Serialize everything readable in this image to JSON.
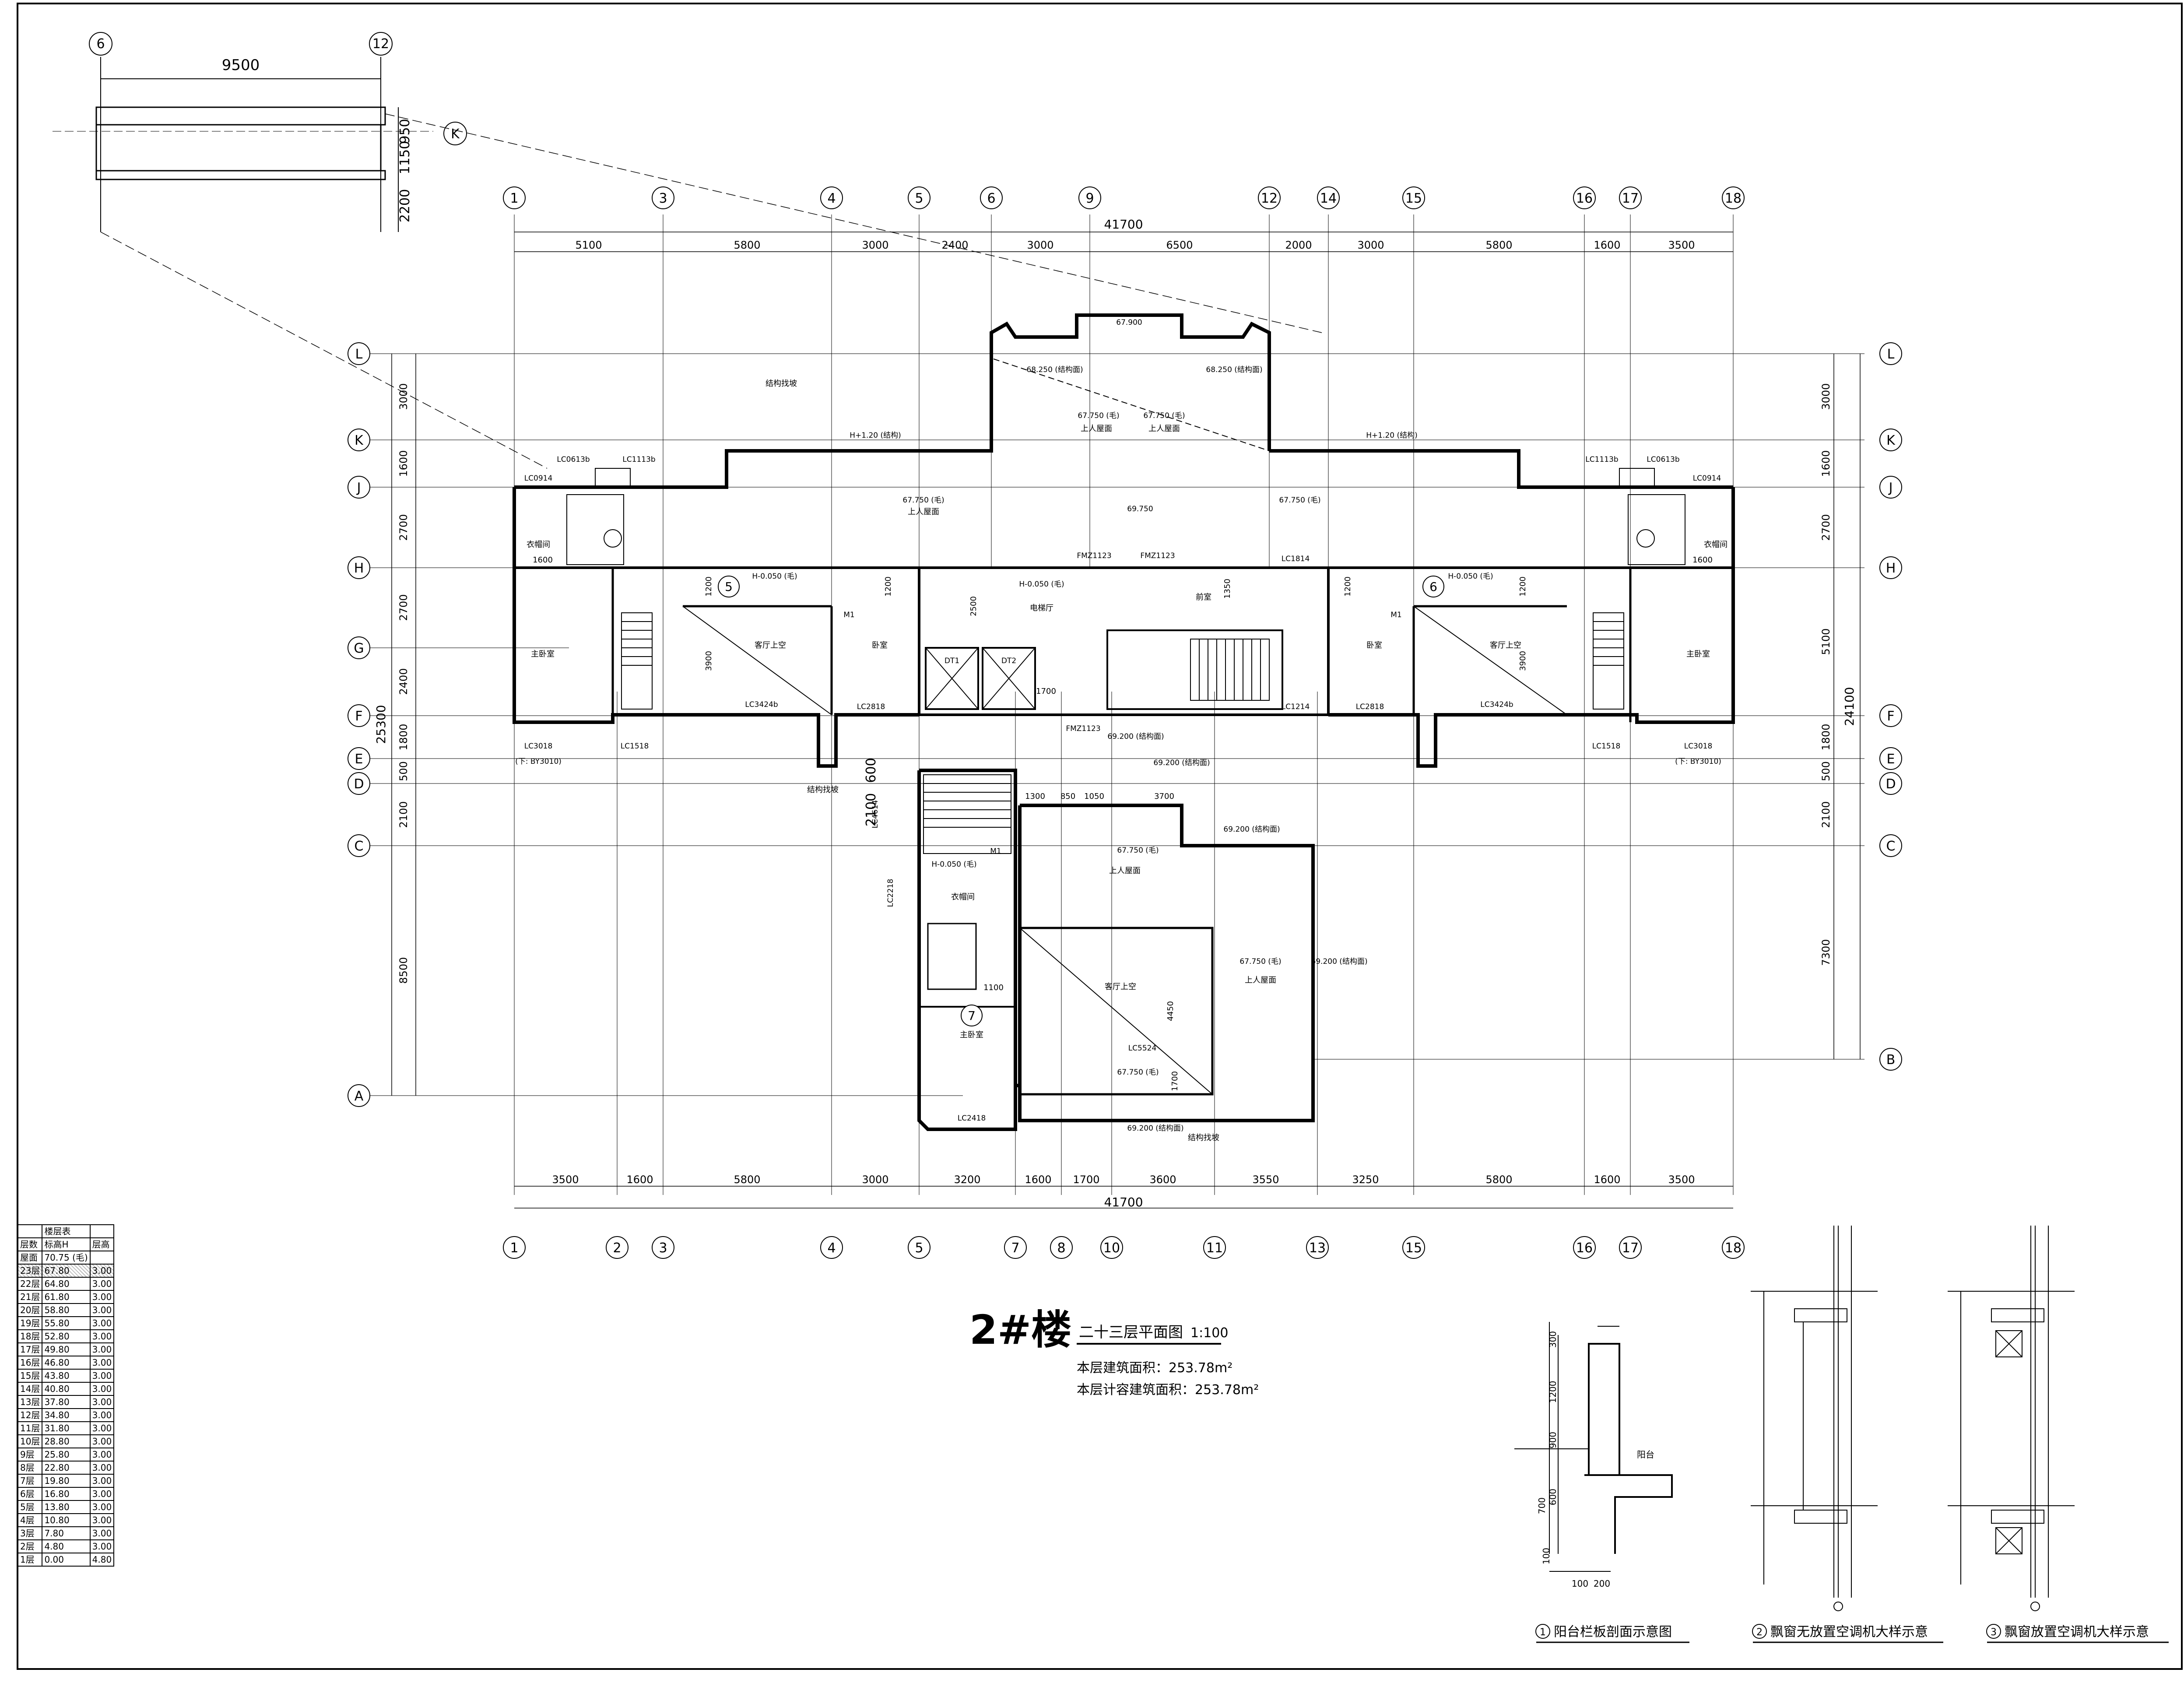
{
  "title": "2#楼",
  "plan_name": "二十三层平面图",
  "scale": "1:100",
  "area_text": "本层建筑面积：253.78m²",
  "counted_area_text": "本层计容建筑面积：253.78m²",
  "top_axes": [
    {
      "label": "1"
    },
    {
      "label": "3"
    },
    {
      "label": "4"
    },
    {
      "label": "5"
    },
    {
      "label": "6"
    },
    {
      "label": "9"
    },
    {
      "label": "12"
    },
    {
      "label": "14"
    },
    {
      "label": "15"
    },
    {
      "label": "16"
    },
    {
      "label": "17"
    },
    {
      "label": "18"
    }
  ],
  "top_dims": [
    "5100",
    "5800",
    "3000",
    "2400",
    "3000",
    "6500",
    "2000",
    "3000",
    "5800",
    "1600",
    "3500"
  ],
  "top_total": "41700",
  "bottom_axes": [
    {
      "label": "1"
    },
    {
      "label": "2"
    },
    {
      "label": "3"
    },
    {
      "label": "4"
    },
    {
      "label": "5"
    },
    {
      "label": "7"
    },
    {
      "label": "8"
    },
    {
      "label": "10"
    },
    {
      "label": "11"
    },
    {
      "label": "13"
    },
    {
      "label": "15"
    },
    {
      "label": "16"
    },
    {
      "label": "17"
    },
    {
      "label": "18"
    }
  ],
  "bottom_dims": [
    "3500",
    "1600",
    "5800",
    "3000",
    "3200",
    "1600",
    "1700",
    "3600",
    "3550",
    "3250",
    "5800",
    "1600",
    "3500"
  ],
  "bottom_total": "41700",
  "left_axes": [
    "L",
    "K",
    "J",
    "H",
    "G",
    "F",
    "E",
    "D",
    "C",
    "A"
  ],
  "left_dims": [
    "3000",
    "1600",
    "2700",
    "2700",
    "2400",
    "1800",
    "500",
    "2100",
    "8500"
  ],
  "left_total": "25300",
  "right_axes": [
    "L",
    "K",
    "J",
    "H",
    "F",
    "E",
    "D",
    "C",
    "B"
  ],
  "right_dims": [
    "3000",
    "1600",
    "2700",
    "5100",
    "1800",
    "500",
    "2100",
    "7300"
  ],
  "right_total": "24100",
  "inset": {
    "axis_left": "6",
    "axis_right": "12",
    "width": "9500",
    "axis_row": "K",
    "dims": [
      "950",
      "1150",
      "2200"
    ]
  },
  "rooms": [
    {
      "text": "主卧室"
    },
    {
      "text": "客厅上空"
    },
    {
      "text": "卧室"
    },
    {
      "text": "电梯厅"
    },
    {
      "text": "衣帽间"
    },
    {
      "text": "前室"
    },
    {
      "text": "客厅上空"
    },
    {
      "text": "卧室"
    },
    {
      "text": "主卧室"
    },
    {
      "text": "衣帽间"
    },
    {
      "text": "衣帽间"
    },
    {
      "text": "客厅上空"
    },
    {
      "text": "主卧室"
    },
    {
      "text": "上人屋面"
    },
    {
      "text": "上人屋面"
    },
    {
      "text": "上人屋面"
    },
    {
      "text": "上人屋面"
    },
    {
      "text": "上人屋面"
    },
    {
      "text": "结构找坡"
    },
    {
      "text": "结构找坡"
    },
    {
      "text": "结构找坡"
    }
  ],
  "elevations": [
    {
      "text": "67.900"
    },
    {
      "text": "68.250 (结构面)"
    },
    {
      "text": "68.250 (结构面)"
    },
    {
      "text": "67.750 (毛)"
    },
    {
      "text": "67.750 (毛)"
    },
    {
      "text": "67.750 (毛)"
    },
    {
      "text": "67.750 (毛)"
    },
    {
      "text": "69.750"
    },
    {
      "text": "H+1.20 (结构)"
    },
    {
      "text": "H+1.20 (结构)"
    },
    {
      "text": "H-0.050 (毛)"
    },
    {
      "text": "H-0.050 (毛)"
    },
    {
      "text": "H-0.050 (毛)"
    },
    {
      "text": "H-0.050 (毛)"
    },
    {
      "text": "69.200 (结构面)"
    },
    {
      "text": "69.200 (结构面)"
    },
    {
      "text": "69.200 (结构面)"
    },
    {
      "text": "69.200 (结构面)"
    },
    {
      "text": "69.200 (结构面)"
    },
    {
      "text": "67.750 (毛)"
    },
    {
      "text": "67.750 (毛)"
    },
    {
      "text": "67.750 (毛)"
    }
  ],
  "tags": [
    {
      "text": "LC0914"
    },
    {
      "text": "LC0613b"
    },
    {
      "text": "LC1113b"
    },
    {
      "text": "LC1113b"
    },
    {
      "text": "LC0613b"
    },
    {
      "text": "LC0914"
    },
    {
      "text": "LC3424b"
    },
    {
      "text": "LC3424b"
    },
    {
      "text": "LC2818"
    },
    {
      "text": "LC2818"
    },
    {
      "text": "LC3018"
    },
    {
      "text": "LC3018"
    },
    {
      "text": "LC1518"
    },
    {
      "text": "LC1518"
    },
    {
      "text": "LC1814"
    },
    {
      "text": "LC1214"
    },
    {
      "text": "LC5524"
    },
    {
      "text": "LC2418"
    },
    {
      "text": "LC4614"
    },
    {
      "text": "LC2218"
    },
    {
      "text": "FMZ1123"
    },
    {
      "text": "FMZ1123"
    },
    {
      "text": "FMZ1123"
    },
    {
      "text": "DT1"
    },
    {
      "text": "DT2"
    },
    {
      "text": "M1"
    },
    {
      "text": "M1"
    },
    {
      "text": "M1"
    },
    {
      "text": "(下: BY3010)"
    },
    {
      "text": "(下: BY3010)"
    }
  ],
  "small_dims": [
    {
      "text": "1600"
    },
    {
      "text": "1600"
    },
    {
      "text": "1200"
    },
    {
      "text": "1200"
    },
    {
      "text": "1200"
    },
    {
      "text": "1200"
    },
    {
      "text": "3900"
    },
    {
      "text": "3900"
    },
    {
      "text": "2500"
    },
    {
      "text": "1350"
    },
    {
      "text": "1700"
    },
    {
      "text": "1300"
    },
    {
      "text": "850"
    },
    {
      "text": "1050"
    },
    {
      "text": "3700"
    },
    {
      "text": "2100"
    },
    {
      "text": "600"
    },
    {
      "text": "1100"
    },
    {
      "text": "4450"
    },
    {
      "text": "1700"
    }
  ],
  "circled": [
    {
      "text": "5"
    },
    {
      "text": "6"
    },
    {
      "text": "7"
    }
  ],
  "legend_header": [
    "层数",
    "标高H",
    "层高"
  ],
  "legend_top": {
    "label": "楼层表",
    "roof": "屋面",
    "roof_h": "70.75 (毛)"
  },
  "legend_rows": [
    [
      "23层",
      "67.80",
      "3.00"
    ],
    [
      "22层",
      "64.80",
      "3.00"
    ],
    [
      "21层",
      "61.80",
      "3.00"
    ],
    [
      "20层",
      "58.80",
      "3.00"
    ],
    [
      "19层",
      "55.80",
      "3.00"
    ],
    [
      "18层",
      "52.80",
      "3.00"
    ],
    [
      "17层",
      "49.80",
      "3.00"
    ],
    [
      "16层",
      "46.80",
      "3.00"
    ],
    [
      "15层",
      "43.80",
      "3.00"
    ],
    [
      "14层",
      "40.80",
      "3.00"
    ],
    [
      "13层",
      "37.80",
      "3.00"
    ],
    [
      "12层",
      "34.80",
      "3.00"
    ],
    [
      "11层",
      "31.80",
      "3.00"
    ],
    [
      "10层",
      "28.80",
      "3.00"
    ],
    [
      "9层",
      "25.80",
      "3.00"
    ],
    [
      "8层",
      "22.80",
      "3.00"
    ],
    [
      "7层",
      "19.80",
      "3.00"
    ],
    [
      "6层",
      "16.80",
      "3.00"
    ],
    [
      "5层",
      "13.80",
      "3.00"
    ],
    [
      "4层",
      "10.80",
      "3.00"
    ],
    [
      "3层",
      "7.80",
      "3.00"
    ],
    [
      "2层",
      "4.80",
      "3.00"
    ],
    [
      "1层",
      "0.00",
      "4.80"
    ]
  ],
  "details": [
    {
      "num": "1",
      "title": "阳台栏板剖面示意图",
      "dims": [
        "300",
        "1200",
        "900",
        "600",
        "700",
        "100",
        "100",
        "200"
      ],
      "note": "阳台"
    },
    {
      "num": "2",
      "title": "飘窗无放置空调机大样示意"
    },
    {
      "num": "3",
      "title": "飘窗放置空调机大样示意"
    }
  ]
}
